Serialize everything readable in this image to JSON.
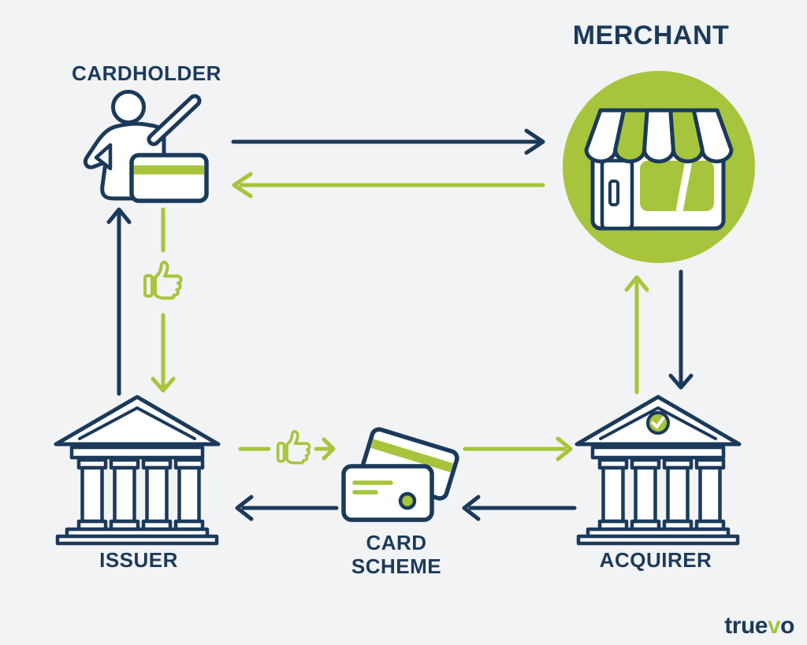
{
  "colors": {
    "navy": "#1B3A5B",
    "green": "#A6C53C",
    "background": "#F2F3F5",
    "white": "#FFFFFF"
  },
  "nodes": {
    "cardholder": {
      "label": "CARDHOLDER",
      "icon": "person-with-card-icon"
    },
    "merchant": {
      "label": "MERCHANT",
      "icon": "storefront-icon"
    },
    "issuer": {
      "label": "ISSUER",
      "icon": "bank-icon"
    },
    "card_scheme": {
      "label_line1": "CARD",
      "label_line2": "SCHEME",
      "icon": "payment-cards-icon"
    },
    "acquirer": {
      "label": "ACQUIRER",
      "icon": "bank-with-check-icon"
    }
  },
  "flows": [
    {
      "from": "Cardholder",
      "to": "Merchant",
      "color": "navy",
      "direction": "right"
    },
    {
      "from": "Merchant",
      "to": "Cardholder",
      "color": "green",
      "direction": "left"
    },
    {
      "from": "Issuer",
      "to": "Cardholder",
      "color": "navy",
      "direction": "up"
    },
    {
      "from": "Cardholder",
      "to": "Issuer",
      "color": "green",
      "direction": "down",
      "icon": "thumbs-up"
    },
    {
      "from": "Issuer",
      "to": "Card Scheme",
      "color": "green",
      "direction": "right",
      "icon": "thumbs-up"
    },
    {
      "from": "Card Scheme",
      "to": "Issuer",
      "color": "navy",
      "direction": "left"
    },
    {
      "from": "Card Scheme",
      "to": "Acquirer",
      "color": "green",
      "direction": "right"
    },
    {
      "from": "Acquirer",
      "to": "Card Scheme",
      "color": "navy",
      "direction": "left"
    },
    {
      "from": "Acquirer",
      "to": "Merchant",
      "color": "green",
      "direction": "up"
    },
    {
      "from": "Merchant",
      "to": "Acquirer",
      "color": "navy",
      "direction": "down"
    }
  ],
  "logo": {
    "prefix": "true",
    "accent": "v",
    "suffix": "o"
  }
}
